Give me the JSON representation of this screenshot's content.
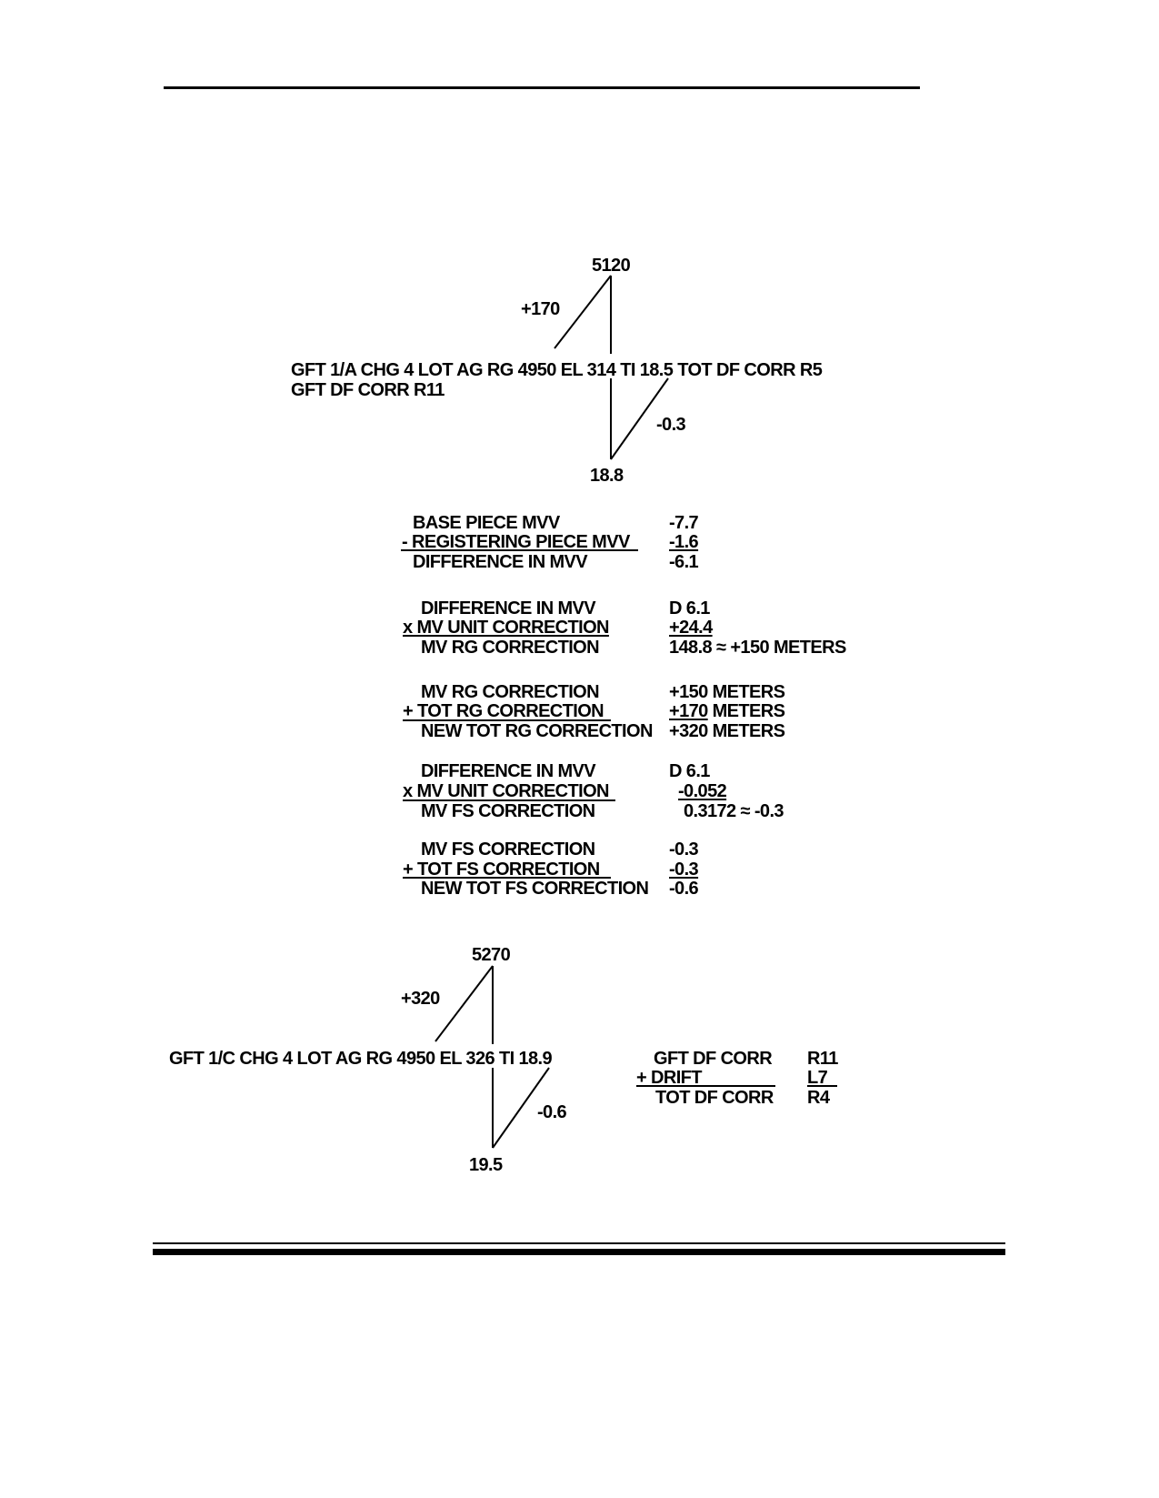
{
  "colors": {
    "ink": "#000000",
    "paper": "#ffffff"
  },
  "gft1": {
    "top_value": "5120",
    "range_corr": "+170",
    "command_line1": "GFT 1/A CHG 4 LOT AG RG 4950 EL 314 TI 18.5 TOT DF CORR R5",
    "command_line2": "GFT DF CORR R11",
    "fuze_corr": "-0.3",
    "bottom_value": "18.8"
  },
  "calc1": {
    "r1_label": "BASE PIECE MVV",
    "r1_value": "-7.7",
    "r2_label": "- REGISTERING PIECE MVV",
    "r2_value": "-1.6",
    "r3_label": "DIFFERENCE IN MVV",
    "r3_value": "-6.1"
  },
  "calc2": {
    "r1_label": "DIFFERENCE IN MVV",
    "r1_value": "D 6.1",
    "r2_label": "x MV UNIT CORRECTION",
    "r2_value": "+24.4",
    "r3_label": "MV RG CORRECTION",
    "r3_value": "148.8 ≈ +150 METERS"
  },
  "calc3": {
    "r1_label": "MV RG CORRECTION",
    "r1_value": "+150 METERS",
    "r2_label": "+ TOT RG CORRECTION",
    "r2_value_ul": "+170",
    "r2_value_rest": " METERS",
    "r3_label": "NEW TOT RG CORRECTION",
    "r3_value": "+320 METERS"
  },
  "calc4": {
    "r1_label": "DIFFERENCE IN MVV",
    "r1_value": "D 6.1",
    "r2_label": "x MV UNIT CORRECTION",
    "r2_value": "-0.052",
    "r3_label": "MV FS CORRECTION",
    "r3_value": "0.3172 ≈ -0.3"
  },
  "calc5": {
    "r1_label": "MV FS CORRECTION",
    "r1_value": "-0.3",
    "r2_label": "+ TOT FS CORRECTION",
    "r2_value": "-0.3",
    "r3_label": "NEW TOT FS CORRECTION",
    "r3_value": "-0.6"
  },
  "gft2": {
    "top_value": "5270",
    "range_corr": "+320",
    "command_line": "GFT 1/C CHG 4 LOT AG RG 4950 EL 326 TI 18.9",
    "fuze_corr": "-0.6",
    "bottom_value": "19.5"
  },
  "deflection": {
    "r1_label": "GFT DF CORR",
    "r1_value": "R11",
    "r2_label": "+ DRIFT",
    "r2_value": "L7",
    "r3_label": "TOT DF CORR",
    "r3_value": "R4"
  }
}
